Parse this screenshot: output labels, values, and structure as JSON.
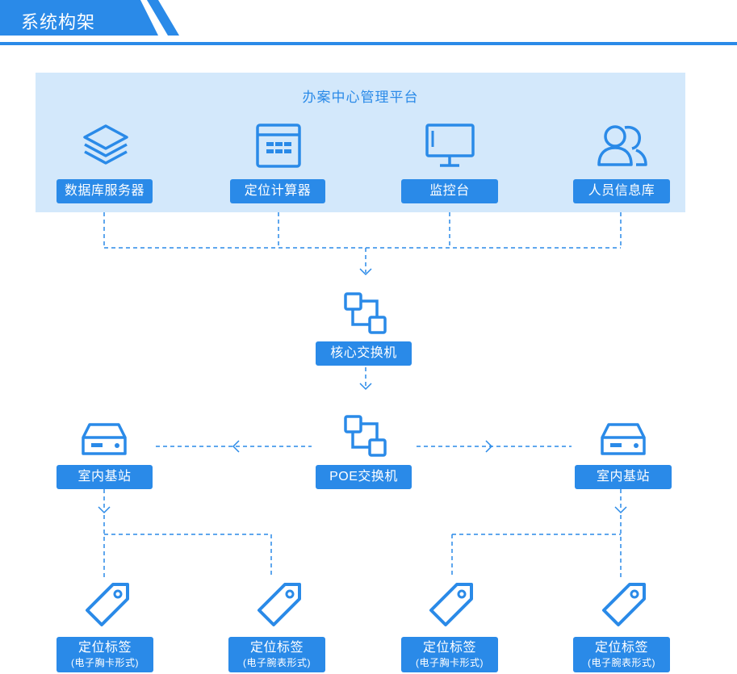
{
  "header": {
    "title": "系统构架"
  },
  "platform": {
    "title": "办案中心管理平台",
    "items": [
      {
        "label": "数据库服务器",
        "icon": "database-stack-icon"
      },
      {
        "label": "定位计算器",
        "icon": "calculator-icon"
      },
      {
        "label": "监控台",
        "icon": "monitor-icon"
      },
      {
        "label": "人员信息库",
        "icon": "users-icon"
      }
    ]
  },
  "core_switch": {
    "label": "核心交换机",
    "icon": "switch-icon"
  },
  "poe_switch": {
    "label": "POE交换机",
    "icon": "switch-icon"
  },
  "base_stations": [
    {
      "label": "室内基站",
      "icon": "base-station-icon"
    },
    {
      "label": "室内基站",
      "icon": "base-station-icon"
    }
  ],
  "tags": [
    {
      "label": "定位标签",
      "sub": "(电子胸卡形式)",
      "icon": "tag-icon"
    },
    {
      "label": "定位标签",
      "sub": "(电子腕表形式)",
      "icon": "tag-icon"
    },
    {
      "label": "定位标签",
      "sub": "(电子胸卡形式)",
      "icon": "tag-icon"
    },
    {
      "label": "定位标签",
      "sub": "(电子腕表形式)",
      "icon": "tag-icon"
    }
  ],
  "colors": {
    "accent": "#2a8ae8",
    "platform_bg": "#d3e8fb"
  }
}
